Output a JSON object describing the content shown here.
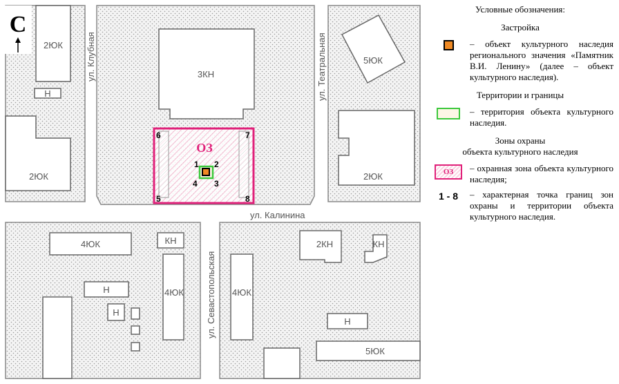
{
  "north_label": "С",
  "streets": {
    "klubnaya": "ул. Клубная",
    "teatralnaya": "ул. Театральная",
    "kalinina": "ул. Калинина",
    "sevastopolskaya": "ул. Севастопольская"
  },
  "buildings": {
    "b2ujk_top": "2ЮК",
    "b3kn": "3КН",
    "b5ujk_top": "5ЮК",
    "bN_small": "Н",
    "b2ujk_left": "2ЮК",
    "b2ujk_right": "2ЮК",
    "b4ujk_a": "4ЮК",
    "bKN_a": "КН",
    "b2kn": "2КН",
    "bKN_b": "КН",
    "bN_a": "Н",
    "bN_b": "Н",
    "b4ujk_b": "4ЮК",
    "b4ujk_c": "4ЮК",
    "bN_c": "Н",
    "b5ujk_bottom": "5ЮК"
  },
  "zone_label": "ОЗ",
  "points": [
    "1",
    "2",
    "3",
    "4",
    "5",
    "6",
    "7",
    "8"
  ],
  "legend": {
    "title": "Условные обозначения:",
    "section_buildings": "Застройка",
    "item_object": "– объект культурного наследия регионального значения «Памятник В.И. Ленину» (далее – объект культурного наследия).",
    "section_territories": "Территории и границы",
    "item_territory": "– территория объекта культурного наследия.",
    "section_zones_line1": "Зоны охраны",
    "section_zones_line2": "объекта культурного наследия",
    "zone_symbol_label": "ОЗ",
    "item_zone": "– охранная зона объекта культурного наследия;",
    "points_symbol": "1 - 8",
    "item_points": "– характерная точка границ зон охраны и территории объекта культурного наследия."
  },
  "colors": {
    "zone": "#e0217a",
    "territory": "#3cc83c",
    "object": "#f08a24",
    "dotted_area": "#f2f2f2"
  }
}
